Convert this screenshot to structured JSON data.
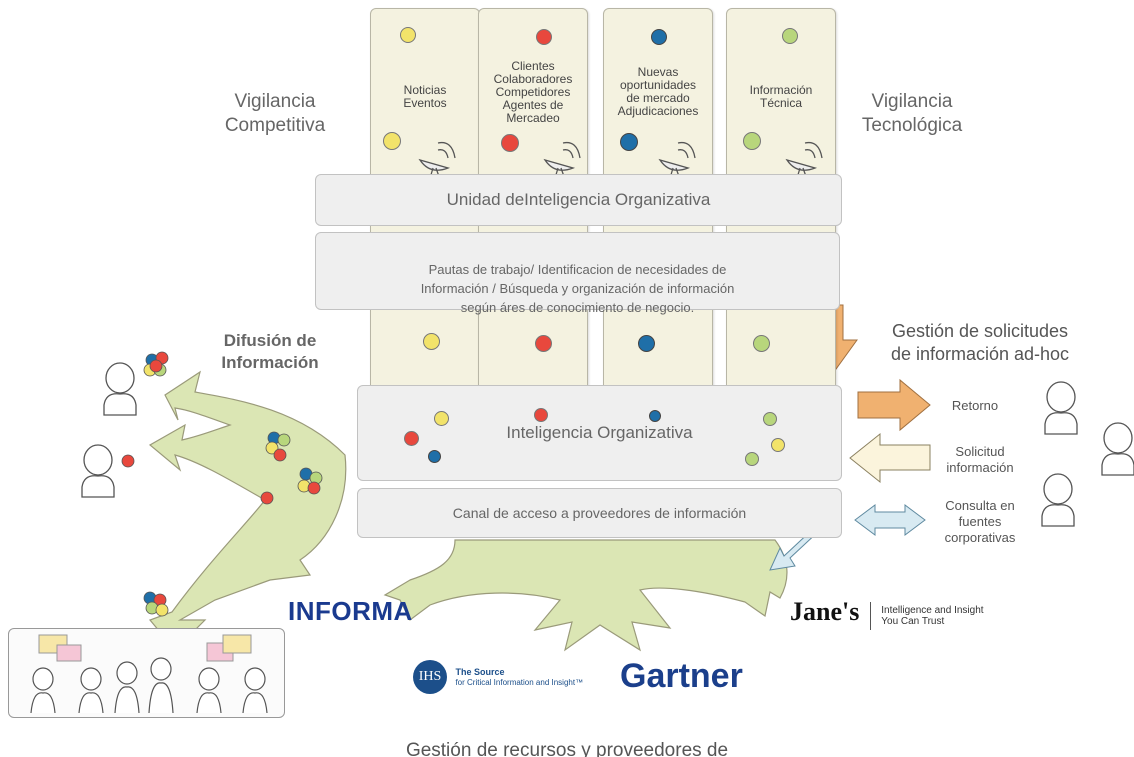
{
  "columns": [
    {
      "text": "Noticias\nEventos",
      "color": "#f2e36a"
    },
    {
      "text": "Clientes\nColaboradores\nCompetidores\nAgentes de\nMercadeo",
      "color": "#e8483d"
    },
    {
      "text": "Nuevas\noportunidades\nde mercado\nAdjudicaciones",
      "color": "#1f6fa8"
    },
    {
      "text": "Información\nTécnica",
      "color": "#b8d67c"
    }
  ],
  "labels": {
    "vig_competitiva": "Vigilancia\nCompetitiva",
    "vig_tecnologica": "Vigilancia\nTecnológica",
    "difusion": "Difusión de\nInformación",
    "gestion_solicitudes": "Gestión de solicitudes\nde información ad-hoc",
    "retorno": "Retorno",
    "solicitud": "Solicitud\ninformación",
    "consulta": "Consulta en\nfuentes\ncorporativas"
  },
  "bands": {
    "unidad": "Unidad deInteligencia Organizativa",
    "pautas": "Pautas de trabajo/ Identificacion de necesidades de\nInformación / Búsqueda y organización de información\nsegún áres de conocimiento de negocio.",
    "inteligencia": "Inteligencia Organizativa",
    "canal": "Canal de acceso a proveedores de información"
  },
  "logos": {
    "informa": "INFORMA",
    "janes": "Jane's",
    "janes_tagline": "Intelligence and Insight\nYou Can Trust",
    "ihs": "IHS",
    "ihs_tagline_1": "The Source",
    "ihs_tagline_2": "for Critical Information and Insight™",
    "gartner": "Gartner"
  },
  "footer": "Gestión de recursos y proveedores de\ninformación especializados",
  "colors": {
    "arrow_green": "#dbe6b4",
    "arrow_orange": "#f0b170",
    "arrow_cream": "#fbf4dc",
    "arrow_blue": "#d8eaf2",
    "informa_blue": "#1a3a8f",
    "gartner_blue": "#1b3f8b"
  }
}
